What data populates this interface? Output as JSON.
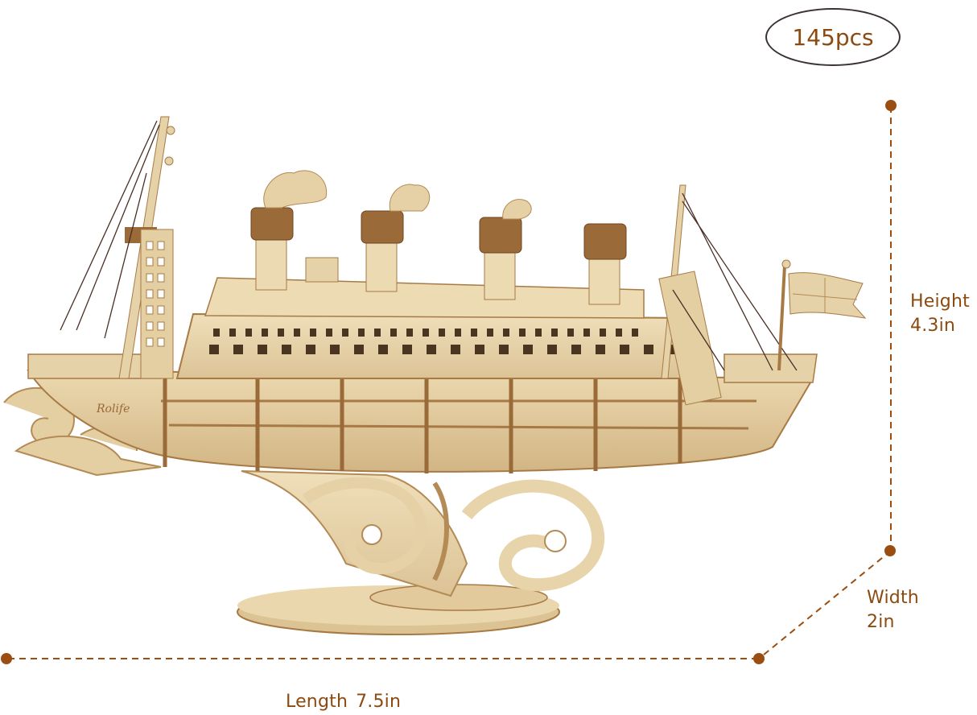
{
  "product": {
    "piece_count": "145pcs",
    "brand_engraving": "Rolife"
  },
  "dimensions": {
    "height": {
      "label": "Height",
      "value": "4.3in"
    },
    "width": {
      "label": "Width",
      "value": "2in"
    },
    "length": {
      "label": "Length",
      "value": "7.5in"
    }
  },
  "colors": {
    "accent": "#8b4a10",
    "oval_border": "#3a3230",
    "wood_light": "#e8d4aa",
    "wood_mid": "#d8bd8a",
    "wood_dark": "#8a5a2c",
    "background": "#ffffff"
  },
  "image": {
    "subject": "wooden-3d-puzzle-cruise-ship-on-wave-stand"
  }
}
